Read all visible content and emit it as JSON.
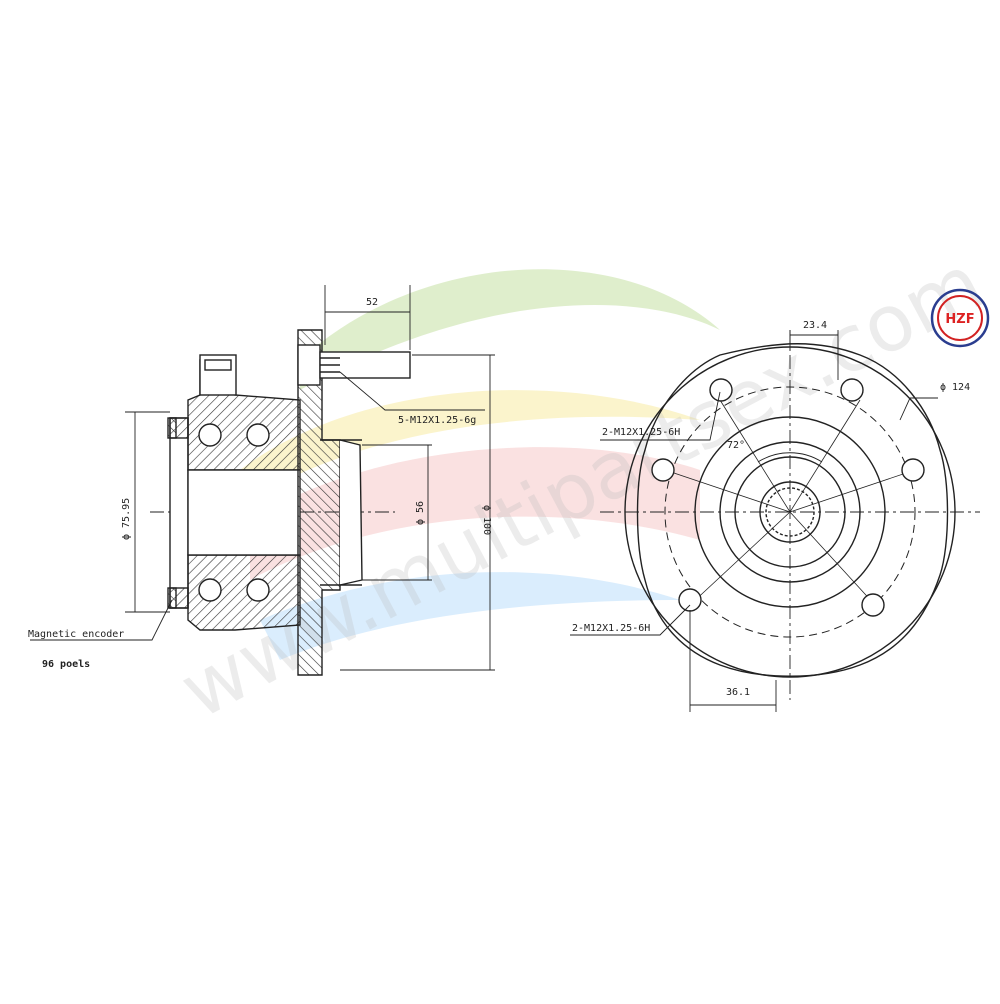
{
  "watermark": {
    "text": "www.multipartsex.com"
  },
  "logo": {
    "text": "HZF"
  },
  "side_view": {
    "dim_stud_length": "52",
    "thread_stud": "5-M12X1.25-6g",
    "dia_seal": "ϕ 75.95",
    "dia_pilot": "ϕ 56",
    "dia_bolt_circle": "ϕ 100",
    "encoder_label": "Magnetic encoder",
    "encoder_poles": "96 poels"
  },
  "front_view": {
    "dim_top": "23.4",
    "thread_top": "2-M12X1.25-6H",
    "dia_outer": "ϕ 124",
    "angle": "72°",
    "thread_bottom": "2-M12X1.25-6H",
    "dim_bottom": "36.1"
  },
  "colors": {
    "line": "#222222",
    "logo_red": "#d22222",
    "logo_blue": "#2a3d8f",
    "band_green": "#9ccc65",
    "band_yellow": "#f3e27a",
    "band_red": "#ef9a9a",
    "band_blue": "#90caf9"
  }
}
